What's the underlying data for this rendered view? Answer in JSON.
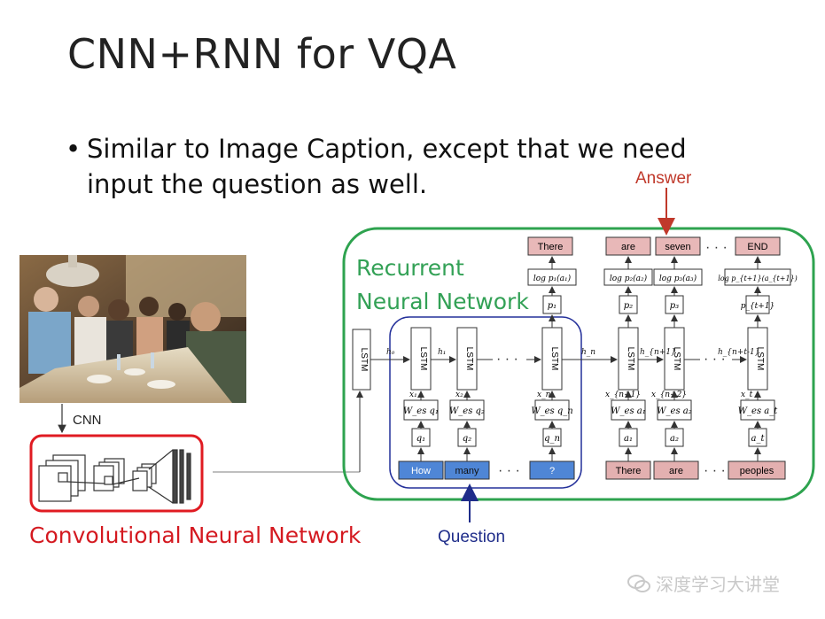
{
  "slide": {
    "title": "CNN+RNN for VQA",
    "bullet_line1": "Similar to Image Caption, except that we need",
    "bullet_line2": "input the question as well."
  },
  "labels": {
    "cnn": "CNN",
    "cnn_caption": "Convolutional Neural Network",
    "rnn_line1": "Recurrent",
    "rnn_line2": "Neural Network",
    "answer": "Answer",
    "question": "Question",
    "watermark": "深度学习大讲堂",
    "lstm": "LSTM",
    "ellipsis": "· · ·"
  },
  "diagram": {
    "outputs": [
      "There",
      "are",
      "seven",
      "END"
    ],
    "log_probs": [
      "log p₁(a₁)",
      "log p₂(a₂)",
      "log p₃(a₃)",
      "log p_{t+1}(a_{t+1})"
    ],
    "probs": [
      "p₁",
      "p₂",
      "p₃",
      "p_{t+1}"
    ],
    "hidden": [
      "h₀",
      "h₁",
      "h_n",
      "h_{n+1}",
      "h_{n+t-1}"
    ],
    "question_x": [
      "x₁",
      "x₂",
      "x_n"
    ],
    "answer_x": [
      "x_{n+1}",
      "x_{n+2}",
      "x_t"
    ],
    "question_embed": [
      "W_es q₁",
      "W_es q₂",
      "W_es q_n"
    ],
    "answer_embed": [
      "W_es a₁",
      "W_es a₂",
      "W_es a_t"
    ],
    "question_q": [
      "q₁",
      "q₂",
      "q_n"
    ],
    "answer_a": [
      "a₁",
      "a₂",
      "a_t"
    ],
    "question_words": [
      "How",
      "many",
      "?"
    ],
    "answer_words": [
      "There",
      "are",
      "peoples"
    ]
  },
  "colors": {
    "rnn_border": "#2ea34f",
    "question_border": "#24309a",
    "cnn_border": "#e01b22",
    "output_fill": "#e8b8b8",
    "input_answer_fill": "#e3b0b0",
    "question_fill": "#4f86d6"
  }
}
